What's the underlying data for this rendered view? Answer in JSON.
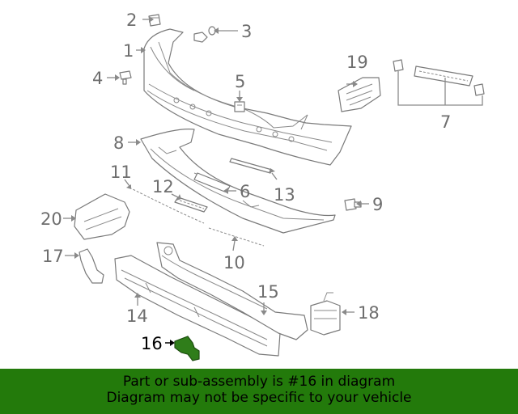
{
  "diagram": {
    "callouts": [
      {
        "id": "1",
        "label": "1"
      },
      {
        "id": "2",
        "label": "2"
      },
      {
        "id": "3",
        "label": "3"
      },
      {
        "id": "4",
        "label": "4"
      },
      {
        "id": "5",
        "label": "5"
      },
      {
        "id": "6",
        "label": "6"
      },
      {
        "id": "7",
        "label": "7"
      },
      {
        "id": "8",
        "label": "8"
      },
      {
        "id": "9",
        "label": "9"
      },
      {
        "id": "10",
        "label": "10"
      },
      {
        "id": "11",
        "label": "11"
      },
      {
        "id": "12",
        "label": "12"
      },
      {
        "id": "13",
        "label": "13"
      },
      {
        "id": "14",
        "label": "14"
      },
      {
        "id": "15",
        "label": "15"
      },
      {
        "id": "16",
        "label": "16"
      },
      {
        "id": "17",
        "label": "17"
      },
      {
        "id": "18",
        "label": "18"
      },
      {
        "id": "19",
        "label": "19"
      },
      {
        "id": "20",
        "label": "20"
      }
    ],
    "highlighted_part": "16",
    "highlight_color": "#2f7d1a"
  },
  "banner": {
    "line1": "Part or sub-assembly is #16 in diagram",
    "line2": "Diagram may not be specific to your vehicle",
    "background": "#237a0b"
  }
}
